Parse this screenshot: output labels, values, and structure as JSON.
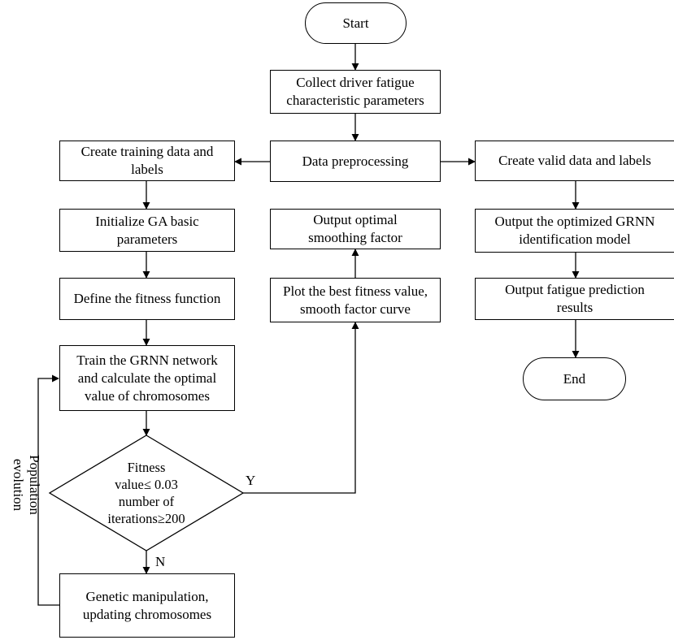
{
  "nodes": {
    "start": "Start",
    "collect": "Collect driver fatigue\ncharacteristic parameters",
    "preprocess": "Data preprocessing",
    "train_data": "Create training data and\nlabels",
    "valid_data": "Create valid data and labels",
    "init_ga": "Initialize GA basic\nparameters",
    "fitness_fn": "Define the fitness function",
    "train_grnn": "Train the GRNN network\nand calculate the optimal\nvalue of chromosomes",
    "decision": "Fitness\nvalue≤ 0.03\nnumber of\niterations≥200",
    "genetic": "Genetic manipulation,\nupdating chromosomes",
    "plot": "Plot the best fitness value,\nsmooth factor curve",
    "output_factor": "Output optimal\nsmoothing factor",
    "output_model": "Output the optimized GRNN\nidentification model",
    "output_results": "Output fatigue prediction\nresults",
    "end": "End"
  },
  "labels": {
    "yes": "Y",
    "no": "N",
    "loop": "Population\nevolution"
  },
  "colors": {
    "stroke": "#000000",
    "fill": "#ffffff"
  }
}
